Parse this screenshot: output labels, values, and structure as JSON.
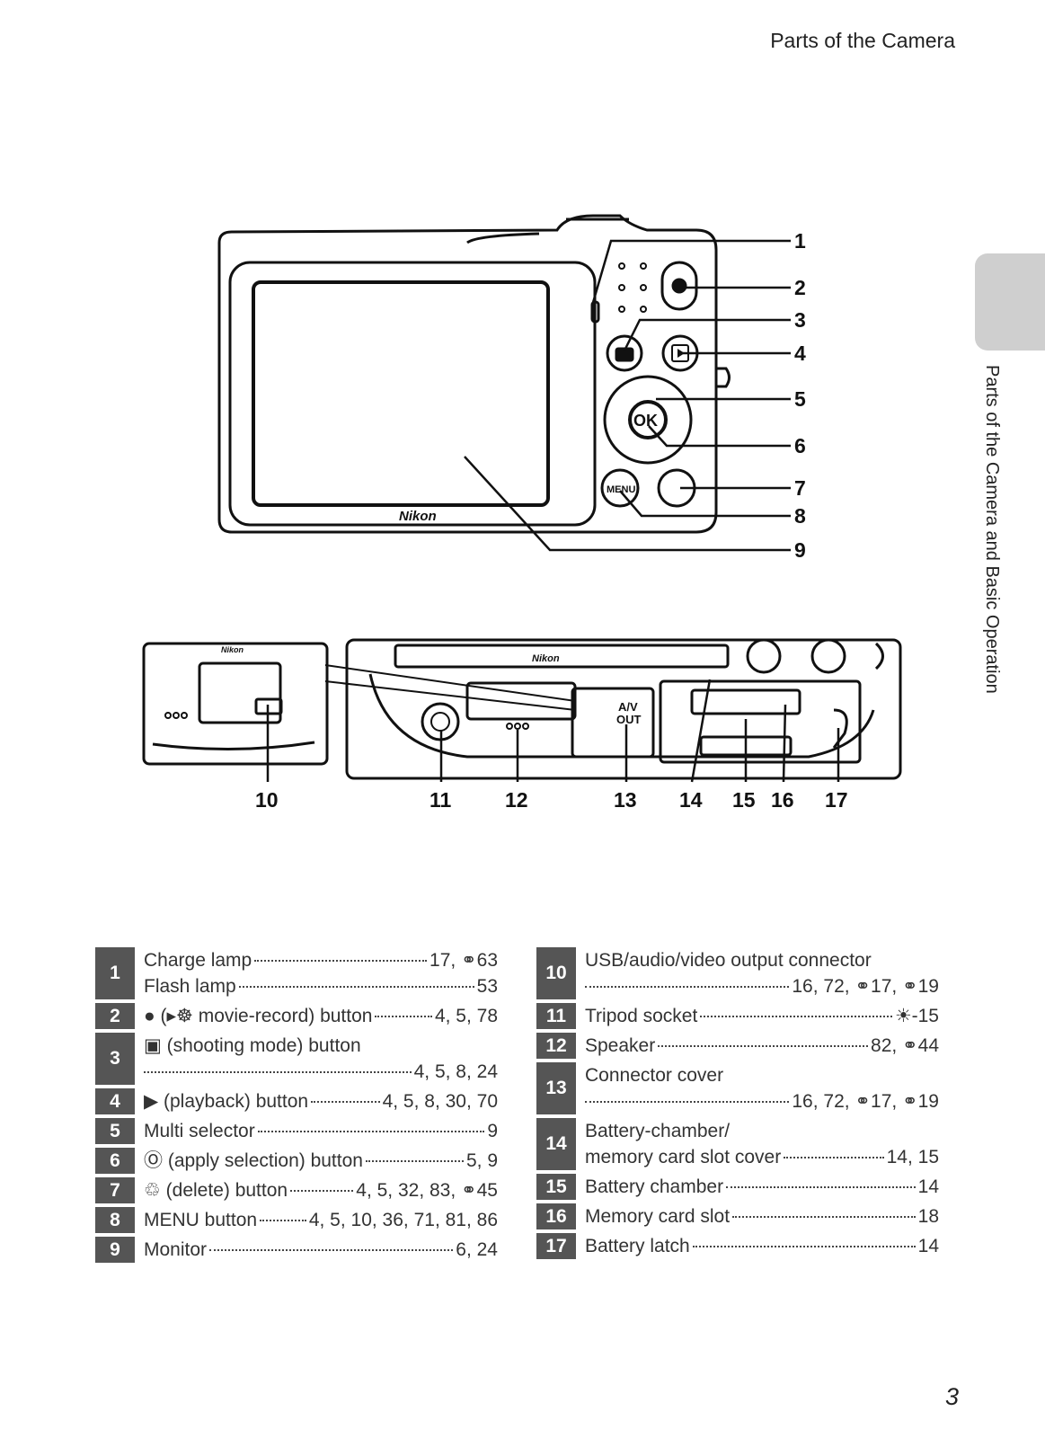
{
  "header": {
    "title": "Parts of the Camera"
  },
  "side_tab": {
    "label": "Parts of the Camera and Basic Operation"
  },
  "diagram": {
    "brand": "Nikon",
    "port_label_1": "A/V",
    "port_label_2": "OUT",
    "button_ok": "OK",
    "button_menu": "MENU",
    "callouts": [
      "1",
      "2",
      "3",
      "4",
      "5",
      "6",
      "7",
      "8",
      "9",
      "10",
      "11",
      "12",
      "13",
      "14",
      "15",
      "16",
      "17"
    ]
  },
  "legend_left": [
    {
      "num": "1",
      "lines": [
        {
          "label": "Charge lamp",
          "pages": "17, ⚭63"
        },
        {
          "label": "Flash lamp",
          "pages": "53"
        }
      ]
    },
    {
      "num": "2",
      "lines": [
        {
          "label": "● (▸☸ movie-record) button",
          "pages": "4, 5, 78"
        }
      ]
    },
    {
      "num": "3",
      "lines": [
        {
          "label": "▣ (shooting mode) button",
          "pages": ""
        },
        {
          "label": "",
          "pages": "4, 5, 8, 24"
        }
      ]
    },
    {
      "num": "4",
      "lines": [
        {
          "label": "▶ (playback) button",
          "pages": "4, 5, 8, 30, 70"
        }
      ]
    },
    {
      "num": "5",
      "lines": [
        {
          "label": "Multi selector",
          "pages": "9"
        }
      ]
    },
    {
      "num": "6",
      "lines": [
        {
          "label": "Ⓞ (apply selection) button",
          "pages": "5, 9"
        }
      ]
    },
    {
      "num": "7",
      "lines": [
        {
          "label": "♲ (delete) button",
          "pages": "4, 5, 32, 83, ⚭45"
        }
      ]
    },
    {
      "num": "8",
      "lines": [
        {
          "label": "MENU button",
          "pages": "4, 5, 10, 36, 71, 81, 86"
        }
      ]
    },
    {
      "num": "9",
      "lines": [
        {
          "label": "Monitor",
          "pages": "6, 24"
        }
      ]
    }
  ],
  "legend_right": [
    {
      "num": "10",
      "lines": [
        {
          "label": "USB/audio/video output connector",
          "pages": ""
        },
        {
          "label": "",
          "pages": "16, 72, ⚭17, ⚭19"
        }
      ]
    },
    {
      "num": "11",
      "lines": [
        {
          "label": "Tripod socket",
          "pages": "☀-15"
        }
      ]
    },
    {
      "num": "12",
      "lines": [
        {
          "label": "Speaker",
          "pages": "82, ⚭44"
        }
      ]
    },
    {
      "num": "13",
      "lines": [
        {
          "label": "Connector cover",
          "pages": ""
        },
        {
          "label": "",
          "pages": "16, 72, ⚭17, ⚭19"
        }
      ]
    },
    {
      "num": "14",
      "lines": [
        {
          "label": "Battery-chamber/",
          "pages": ""
        },
        {
          "label": "memory card slot cover",
          "pages": "14, 15"
        }
      ]
    },
    {
      "num": "15",
      "lines": [
        {
          "label": "Battery chamber",
          "pages": "14"
        }
      ]
    },
    {
      "num": "16",
      "lines": [
        {
          "label": "Memory card slot",
          "pages": "18"
        }
      ]
    },
    {
      "num": "17",
      "lines": [
        {
          "label": "Battery latch",
          "pages": "14"
        }
      ]
    }
  ],
  "footer": {
    "page_number": "3"
  }
}
